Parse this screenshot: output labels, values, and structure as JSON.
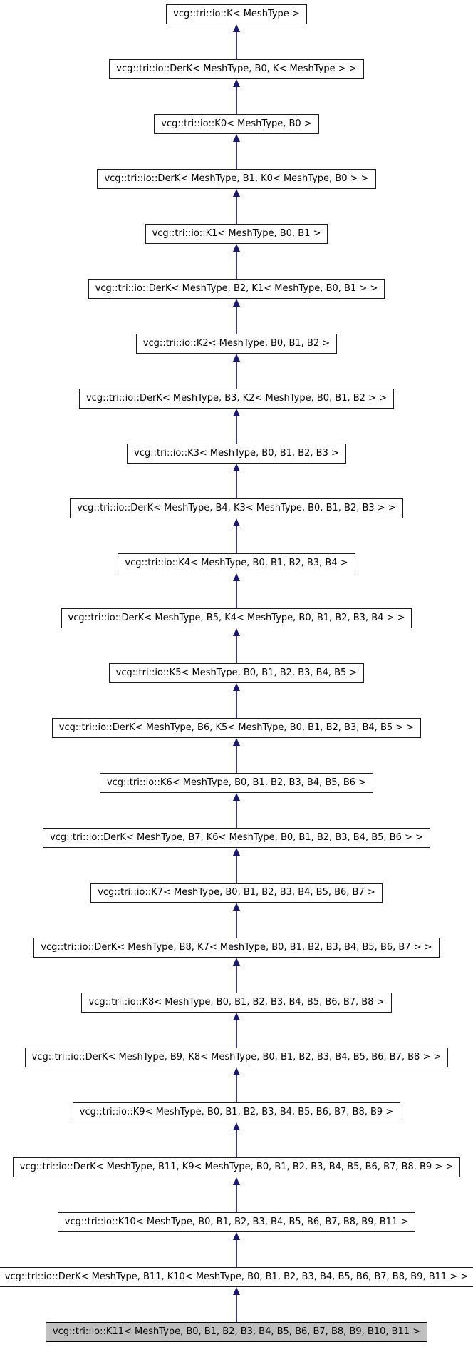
{
  "colors": {
    "background": "#ffffff",
    "node_fill": "#ffffff",
    "node_border": "#1c1c1c",
    "current_node_fill": "#bfbfbf",
    "current_node_border": "#000000",
    "text": "#000000",
    "arrow_head": "#191970",
    "arrow_shaft": "#39398a"
  },
  "diagram": {
    "kind": "class-inheritance-graph",
    "current_node_index": 24,
    "nodes": [
      "vcg::tri::io::K< MeshType >",
      "vcg::tri::io::DerK< MeshType, B0, K< MeshType > >",
      "vcg::tri::io::K0< MeshType, B0 >",
      "vcg::tri::io::DerK< MeshType, B1, K0< MeshType, B0 > >",
      "vcg::tri::io::K1< MeshType, B0, B1 >",
      "vcg::tri::io::DerK< MeshType, B2, K1< MeshType, B0, B1 > >",
      "vcg::tri::io::K2< MeshType, B0, B1, B2 >",
      "vcg::tri::io::DerK< MeshType, B3, K2< MeshType, B0, B1, B2 > >",
      "vcg::tri::io::K3< MeshType, B0, B1, B2, B3 >",
      "vcg::tri::io::DerK< MeshType, B4, K3< MeshType, B0, B1, B2, B3 > >",
      "vcg::tri::io::K4< MeshType, B0, B1, B2, B3, B4 >",
      "vcg::tri::io::DerK< MeshType, B5, K4< MeshType, B0, B1, B2, B3, B4 > >",
      "vcg::tri::io::K5< MeshType, B0, B1, B2, B3, B4, B5 >",
      "vcg::tri::io::DerK< MeshType, B6, K5< MeshType, B0, B1, B2, B3, B4, B5 > >",
      "vcg::tri::io::K6< MeshType, B0, B1, B2, B3, B4, B5, B6 >",
      "vcg::tri::io::DerK< MeshType, B7, K6< MeshType, B0, B1, B2, B3, B4, B5, B6 > >",
      "vcg::tri::io::K7< MeshType, B0, B1, B2, B3, B4, B5, B6, B7 >",
      "vcg::tri::io::DerK< MeshType, B8, K7< MeshType, B0, B1, B2, B3, B4, B5, B6, B7 > >",
      "vcg::tri::io::K8< MeshType, B0, B1, B2, B3, B4, B5, B6, B7, B8 >",
      "vcg::tri::io::DerK< MeshType, B9, K8< MeshType, B0, B1, B2, B3, B4, B5, B6, B7, B8 > >",
      "vcg::tri::io::K9< MeshType, B0, B1, B2, B3, B4, B5, B6, B7, B8, B9 >",
      "vcg::tri::io::DerK< MeshType, B11, K9< MeshType, B0, B1, B2, B3, B4, B5, B6, B7, B8, B9 > >",
      "vcg::tri::io::K10< MeshType, B0, B1, B2, B3, B4, B5, B6, B7, B8, B9, B11 >",
      "vcg::tri::io::DerK< MeshType, B11, K10< MeshType, B0, B1, B2, B3, B4, B5, B6, B7, B8, B9, B11 > >",
      "vcg::tri::io::K11< MeshType, B0, B1, B2, B3, B4, B5, B6, B7, B8, B9, B10, B11 >"
    ]
  }
}
